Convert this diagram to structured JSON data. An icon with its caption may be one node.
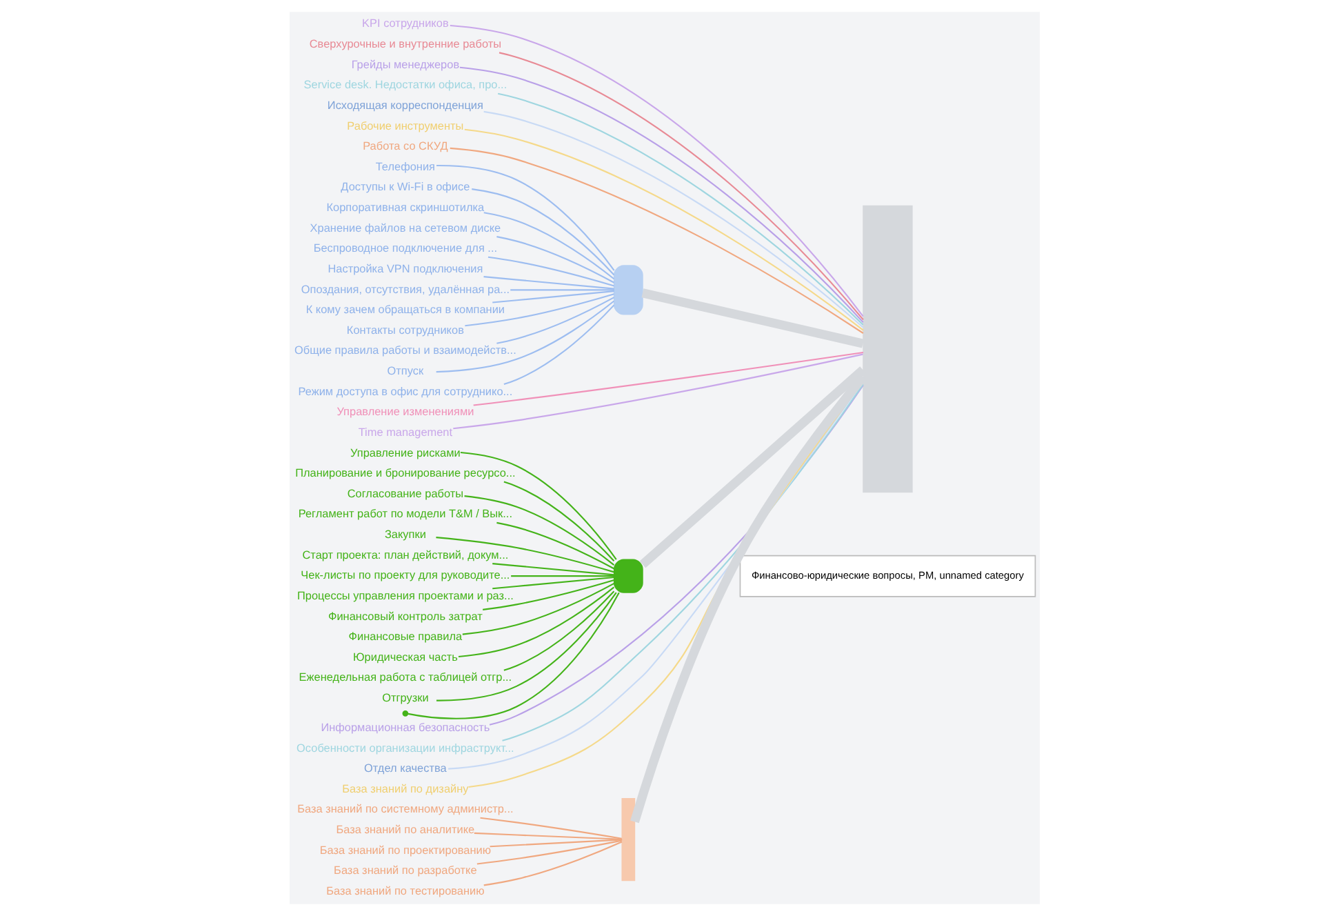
{
  "diagram": {
    "nodes": [
      {
        "text": [
          "KPI сотрудников"
        ]
      },
      {
        "text": [
          "Сверхурочные и внутренние работы"
        ]
      },
      {
        "text": [
          "Грейды менеджеров"
        ]
      },
      {
        "text": [
          "Service desk. Недостатки офиса, про..."
        ]
      },
      {
        "text": [
          "Исходящая корреспонденция"
        ]
      },
      {
        "text": [
          "Рабочие инструменты"
        ]
      },
      {
        "text": [
          "Работа со СКУД"
        ]
      },
      {
        "text": [
          "Телефония"
        ]
      },
      {
        "text": [
          "Доступы к Wi-Fi в офисе"
        ]
      },
      {
        "text": [
          "Корпоративная скриншотилка"
        ]
      },
      {
        "text": [
          "Хранение файлов на сетевом диске"
        ]
      },
      {
        "text": [
          "Беспроводное подключение для ..."
        ]
      },
      {
        "text": [
          "Настройка VPN подключения"
        ]
      },
      {
        "text": [
          "Опоздания, отсутствия, удалённая ра..."
        ]
      },
      {
        "text": [
          "К кому зачем обращаться в компании"
        ]
      },
      {
        "text": [
          "Контакты сотрудников"
        ]
      },
      {
        "text": [
          "Общие правила работы и взаимодейств..."
        ]
      },
      {
        "text": [
          "Отпуск"
        ]
      },
      {
        "text": [
          "Режим доступа в офис для сотруднико..."
        ]
      },
      {
        "text": [
          "Управление изменениями"
        ]
      },
      {
        "text": [
          "Time management"
        ]
      },
      {
        "text": [
          "Управление рисками"
        ]
      },
      {
        "text": [
          "Планирование и бронирование ресурсо..."
        ]
      },
      {
        "text": [
          "Согласование работы"
        ]
      },
      {
        "text": [
          "Регламент работ по модели T&M / Вык..."
        ]
      },
      {
        "text": [
          "Закупки"
        ]
      },
      {
        "text": [
          "Старт проекта: план действий, докум..."
        ]
      },
      {
        "text": [
          "Чек-листы по проекту для руководите..."
        ]
      },
      {
        "text": [
          "Процессы управления проектами и раз..."
        ]
      },
      {
        "text": [
          "Финансовый контроль затрат"
        ]
      },
      {
        "text": [
          "Финансовые правила"
        ]
      },
      {
        "text": [
          "Юридическая часть"
        ]
      },
      {
        "text": [
          "Еженедельная работа с таблицей отгр..."
        ]
      },
      {
        "text": [
          "Отгрузки"
        ]
      },
      {
        "text": [],
        "shape": "point"
      },
      {
        "text": [
          "Информационная безопасность"
        ]
      },
      {
        "text": [
          "Особенности организации инфраструкт..."
        ]
      },
      {
        "text": [
          "Отдел качества"
        ]
      },
      {
        "text": [
          "База знаний по дизайну"
        ]
      },
      {
        "text": [
          "База знаний по системному администр..."
        ]
      },
      {
        "text": [
          "База знаний по аналитике"
        ]
      },
      {
        "text": [
          "База знаний по проектированию"
        ]
      },
      {
        "text": [
          "База знаний по разработке"
        ]
      },
      {
        "text": [
          "База знаний по тестированию"
        ]
      },
      {
        "text": [],
        "shape": "box"
      },
      {
        "text": [],
        "shape": "box"
      },
      {
        "text": [],
        "shape": "bar"
      },
      {
        "text": [],
        "shape": "bar"
      }
    ],
    "edges": [
      {
        "from": 0,
        "to": 47,
        "arrow": "none",
        "color": "#c9a7ea"
      },
      {
        "from": 1,
        "to": 47,
        "arrow": "none",
        "color": "#e88a95"
      },
      {
        "from": 2,
        "to": 47,
        "arrow": "none",
        "color": "#b9a0e8"
      },
      {
        "from": 3,
        "to": 47,
        "arrow": "none",
        "color": "#9fd6e0"
      },
      {
        "from": 4,
        "to": 47,
        "arrow": "none",
        "color": "#c8daf5"
      },
      {
        "from": 5,
        "to": 47,
        "arrow": "none",
        "color": "#f5d98a"
      },
      {
        "from": 6,
        "to": 47,
        "arrow": "none",
        "color": "#f0a880"
      },
      {
        "from": 7,
        "to": 44,
        "arrow": "none",
        "color": "#9dbdf0"
      },
      {
        "from": 8,
        "to": 44,
        "arrow": "none",
        "color": "#9dbdf0"
      },
      {
        "from": 9,
        "to": 44,
        "arrow": "none",
        "color": "#9dbdf0"
      },
      {
        "from": 10,
        "to": 44,
        "arrow": "none",
        "color": "#9dbdf0"
      },
      {
        "from": 11,
        "to": 44,
        "arrow": "none",
        "color": "#9dbdf0"
      },
      {
        "from": 12,
        "to": 44,
        "arrow": "none",
        "color": "#9dbdf0"
      },
      {
        "from": 13,
        "to": 44,
        "arrow": "none",
        "color": "#9dbdf0"
      },
      {
        "from": 14,
        "to": 44,
        "arrow": "none",
        "color": "#9dbdf0"
      },
      {
        "from": 15,
        "to": 44,
        "arrow": "none",
        "color": "#9dbdf0"
      },
      {
        "from": 16,
        "to": 44,
        "arrow": "none",
        "color": "#9dbdf0"
      },
      {
        "from": 17,
        "to": 44,
        "arrow": "none",
        "color": "#9dbdf0"
      },
      {
        "from": 18,
        "to": 44,
        "arrow": "none",
        "color": "#9dbdf0"
      },
      {
        "from": 19,
        "to": 47,
        "arrow": "none",
        "color": "#f090b8"
      },
      {
        "from": 20,
        "to": 47,
        "arrow": "none",
        "color": "#c9a7ea"
      },
      {
        "from": 21,
        "to": 45,
        "arrow": "none"
      },
      {
        "from": 22,
        "to": 45,
        "arrow": "none"
      },
      {
        "from": 23,
        "to": 45,
        "arrow": "none"
      },
      {
        "from": 24,
        "to": 45,
        "arrow": "none"
      },
      {
        "from": 25,
        "to": 45,
        "arrow": "none"
      },
      {
        "from": 26,
        "to": 45,
        "arrow": "none"
      },
      {
        "from": 27,
        "to": 45,
        "arrow": "none"
      },
      {
        "from": 28,
        "to": 45,
        "arrow": "none"
      },
      {
        "from": 29,
        "to": 45,
        "arrow": "none"
      },
      {
        "from": 30,
        "to": 45,
        "arrow": "none"
      },
      {
        "from": 31,
        "to": 45,
        "arrow": "none"
      },
      {
        "from": 32,
        "to": 45,
        "arrow": "none"
      },
      {
        "from": 33,
        "to": 45,
        "arrow": "none"
      },
      {
        "from": 34,
        "to": 45,
        "arrow": "none"
      },
      {
        "from": 35,
        "to": 47,
        "arrow": "none",
        "color": "#b9a0e8"
      },
      {
        "from": 36,
        "to": 47,
        "arrow": "none",
        "color": "#9fd6e0"
      },
      {
        "from": 37,
        "to": 47,
        "arrow": "none",
        "color": "#c8daf5"
      },
      {
        "from": 38,
        "to": 47,
        "arrow": "none",
        "color": "#f5d98a"
      },
      {
        "from": 39,
        "to": 46,
        "arrow": "none",
        "color": "#f0a880"
      },
      {
        "from": 40,
        "to": 46,
        "arrow": "none",
        "color": "#f0a880"
      },
      {
        "from": 41,
        "to": 46,
        "arrow": "none",
        "color": "#f0a880"
      },
      {
        "from": 42,
        "to": 46,
        "arrow": "none",
        "color": "#f0a880"
      },
      {
        "from": 43,
        "to": 46,
        "arrow": "none",
        "color": "#f0a880"
      },
      {
        "from": 44,
        "to": 47,
        "arrow": "none",
        "style": "thick",
        "color": "#d5d8dc"
      },
      {
        "from": 45,
        "to": 47,
        "arrow": "none",
        "style": "thick",
        "color": "#d5d8dc"
      },
      {
        "from": 46,
        "to": 47,
        "arrow": "none",
        "style": "thick",
        "color": "#d5d8dc"
      }
    ],
    "labels": [
      "Финансово-юридические вопросы, PM, unnamed category"
    ]
  }
}
